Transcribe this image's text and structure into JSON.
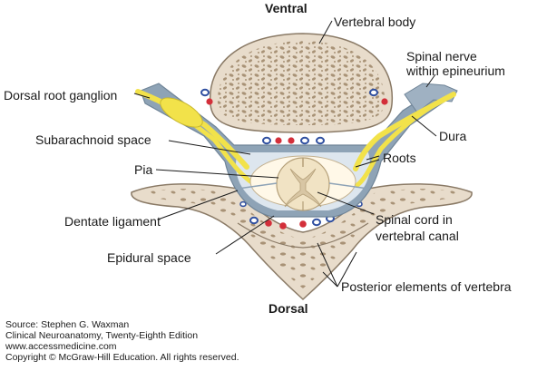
{
  "orientation": {
    "top": "Ventral",
    "bottom": "Dorsal"
  },
  "labels": {
    "vertebral_body": "Vertebral body",
    "spinal_nerve_line1": "Spinal nerve",
    "spinal_nerve_line2": "within epineurium",
    "dorsal_root_ganglion": "Dorsal root ganglion",
    "subarachnoid_space": "Subarachnoid space",
    "dura": "Dura",
    "roots": "Roots",
    "pia": "Pia",
    "dentate_ligament": "Dentate ligament",
    "spinal_cord_line1": "Spinal cord in",
    "spinal_cord_line2": "vertebral canal",
    "epidural_space": "Epidural space",
    "posterior_elements": "Posterior elements of vertebra"
  },
  "credits": {
    "source": "Source: Stephen G. Waxman",
    "book": "Clinical Neuroanatomy, Twenty-Eighth Edition",
    "url": "www.accessmedicine.com",
    "copyright": "Copyright © McGraw-Hill Education. All rights reserved."
  },
  "colors": {
    "bone": "#e8dccb",
    "bone_stroke": "#8a7a66",
    "bone_spot": "#a89276",
    "dura": "#8ea3b6",
    "dura_dark": "#6f8497",
    "nerve_yellow": "#f2e24a",
    "csf": "#dde6ee",
    "cord": "#f1e3c4",
    "gray_matter": "#d8c6a4",
    "artery_red": "#d32f3a",
    "vein_blue": "#2f4fa0"
  }
}
